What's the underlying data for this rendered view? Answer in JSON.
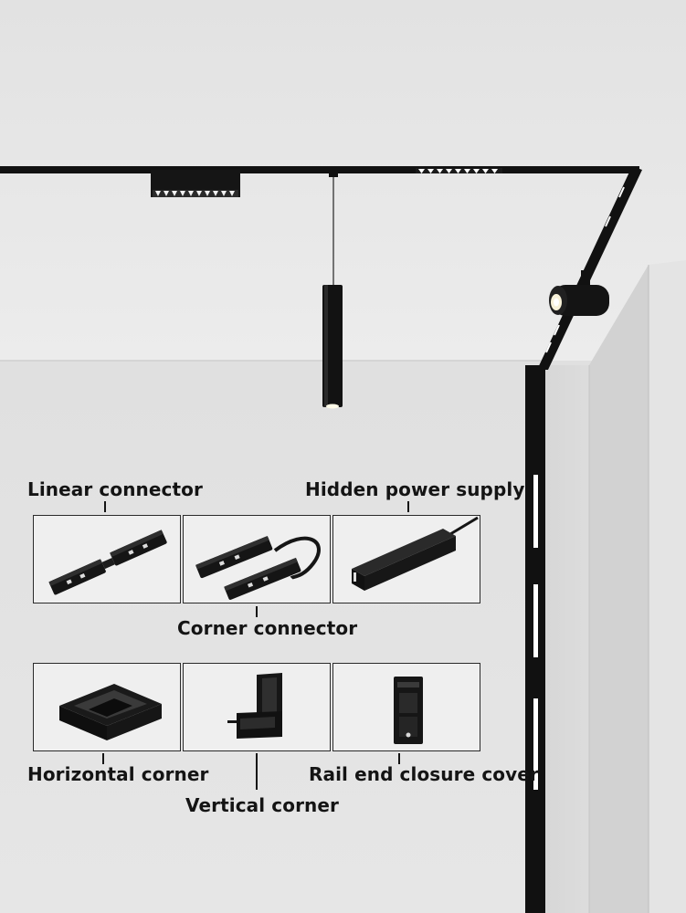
{
  "labels": {
    "linear_connector": "Linear connector",
    "hidden_power_supply": "Hidden power supply",
    "corner_connector": "Corner connector",
    "horizontal_corner": "Horizontal corner",
    "vertical_corner": "Vertical corner",
    "rail_end_closure_cover": "Rail end closure cover"
  },
  "colors": {
    "ceiling": "#e6e6e6",
    "wall": "#dedede",
    "track": "#111111",
    "label_text": "#141414",
    "box_border": "#2a2a2a"
  },
  "icons": [
    "magnetic-track-rail-icon",
    "linear-grille-light-icon",
    "pendant-light-icon",
    "spotlight-icon",
    "linear-connector-icon",
    "corner-connector-icon",
    "hidden-power-supply-icon",
    "horizontal-corner-icon",
    "vertical-corner-icon",
    "rail-end-closure-cover-icon"
  ]
}
